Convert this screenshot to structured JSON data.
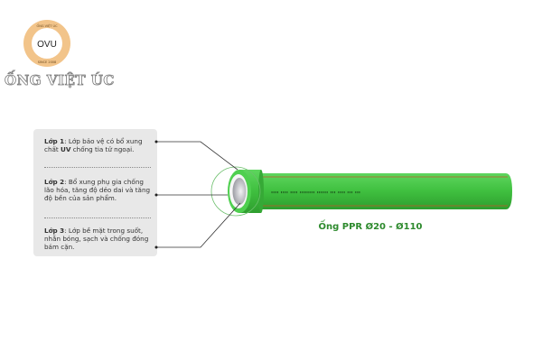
{
  "logo": {
    "ring_top": "ỐNG VIỆT ÚC",
    "center": "OVU",
    "ring_bottom": "SINCE 2008",
    "brand": "ỐNG VIỆT ÚC"
  },
  "layers": [
    {
      "title": "Lớp 1",
      "pre": ": Lớp bảo vệ có bổ xung chất ",
      "bold": "UV",
      "post": " chống tia tử ngoại."
    },
    {
      "title": "Lớp 2",
      "pre": ": Bổ xung phụ gia chống lão hóa, tăng độ dẻo dai và tăng độ bền của sản phẩm.",
      "bold": "",
      "post": ""
    },
    {
      "title": "Lớp 3",
      "pre": ": Lớp bề mặt trong suốt, nhẵn bóng, sạch và chống đóng bám cặn.",
      "bold": "",
      "post": ""
    }
  ],
  "caption": "Ống PPR Ø20 - Ø110",
  "colors": {
    "pipe": "#3fbf3f",
    "stripe": "#c0592a",
    "logo_ring": "#f2c48a",
    "caption": "#2d8a2d"
  }
}
